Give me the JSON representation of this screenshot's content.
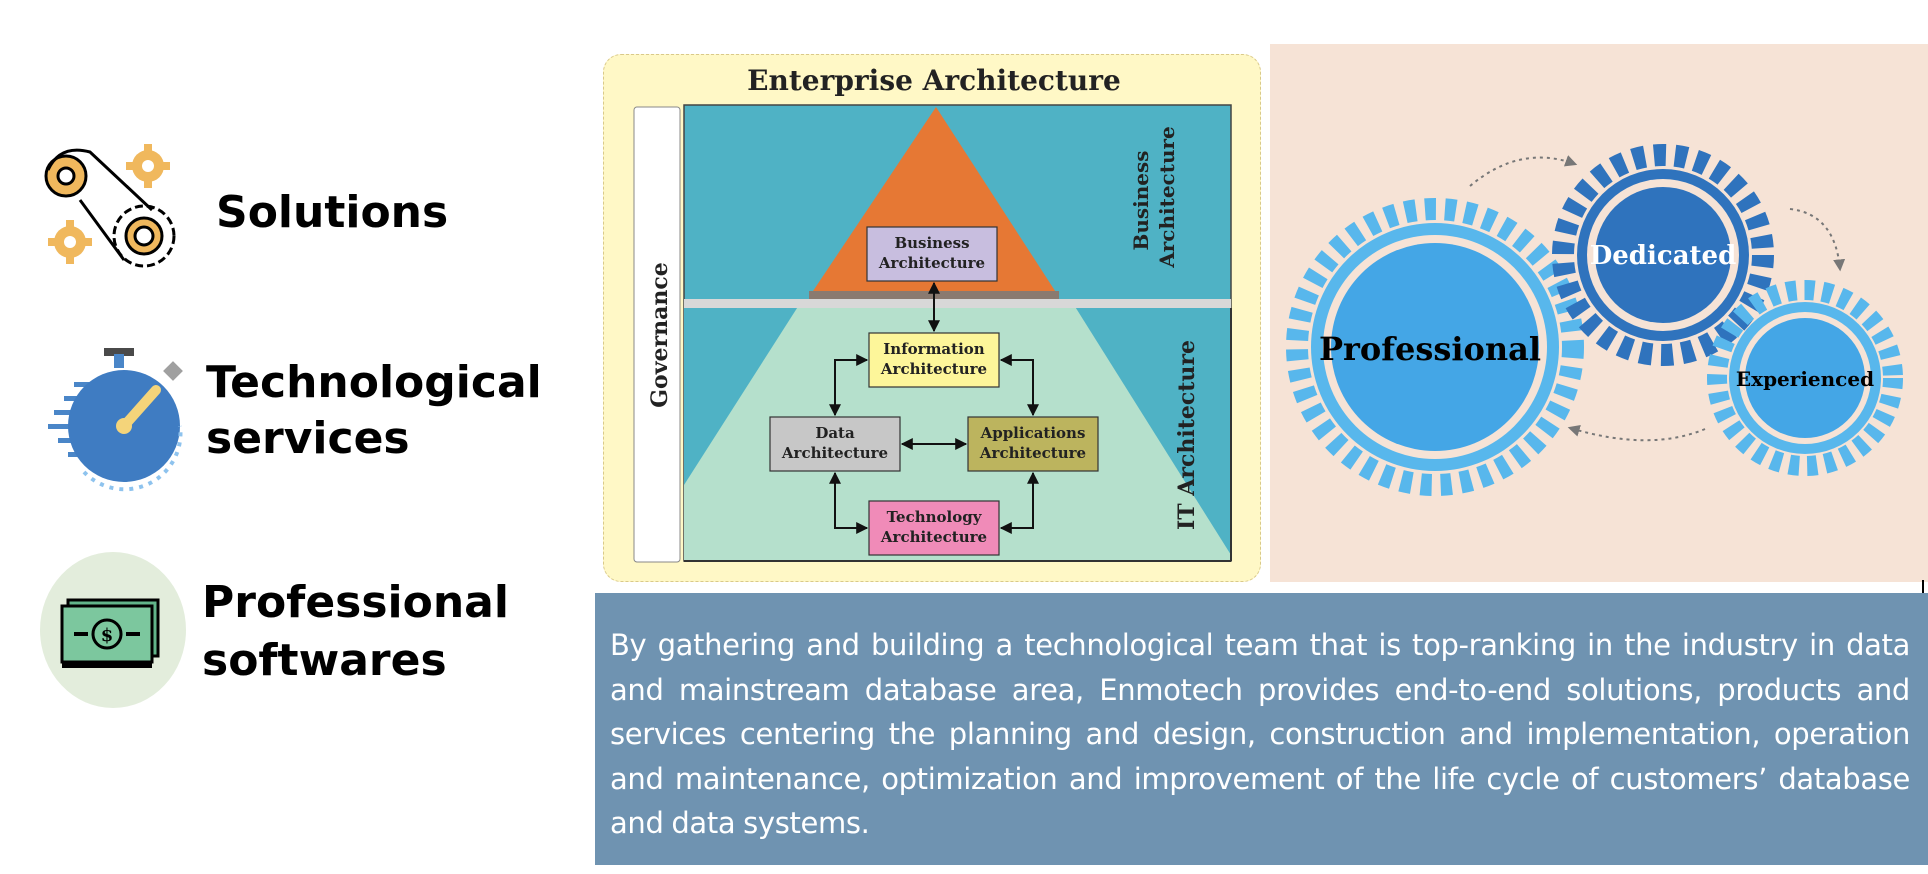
{
  "features": [
    {
      "label": "Solutions",
      "icon": "gears-icon"
    },
    {
      "label": "Technological\nservices",
      "icon": "stopwatch-icon"
    },
    {
      "label": "Professional\nsoftwares",
      "icon": "money-icon"
    }
  ],
  "enterprise_architecture": {
    "title": "Enterprise Architecture",
    "governance": "Governance",
    "business_architecture_side": "Business Architecture",
    "it_architecture_side": "IT Architecture",
    "boxes": {
      "business": "Business Architecture",
      "information": "Information Architecture",
      "data": "Data Architecture",
      "applications": "Applications Architecture",
      "technology": "Technology Architecture"
    }
  },
  "gears": {
    "professional": "Professional",
    "dedicated": "Dedicated",
    "experienced": "Experienced"
  },
  "description": "By gathering and building a technological team that is top-ranking in the industry in data and mainstream database area, Enmotech provides end-to-end solutions, products and services  centering the planning and design, construction and implementation, operation and maintenance, optimization and improvement of the life cycle of customers’ database and data systems.",
  "colors": {
    "ea_background": "#fff8c6",
    "ea_teal": "#4fb2c5",
    "ea_orange": "#e67834",
    "ea_mint": "#b5e0cc",
    "gear_panel": "#f6e3d6",
    "gear_light_blue": "#58b7ec",
    "gear_dark_blue": "#2f73bd",
    "description_background": "#6f93b1"
  }
}
